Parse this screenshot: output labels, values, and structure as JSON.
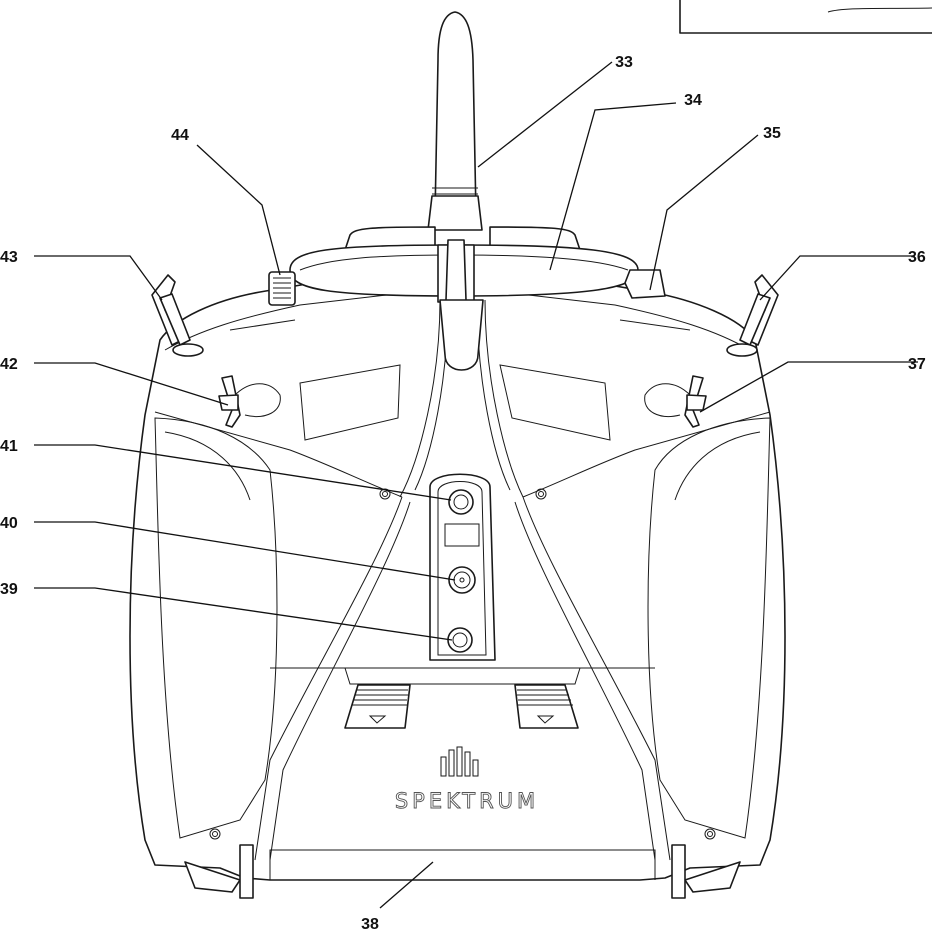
{
  "brand": {
    "logo_text": "SPEKTRUM"
  },
  "callouts": [
    {
      "number": "33",
      "part": "antenna"
    },
    {
      "number": "34",
      "part": "carry-handle"
    },
    {
      "number": "35",
      "part": "rear-button"
    },
    {
      "number": "36",
      "part": "right-switch"
    },
    {
      "number": "37",
      "part": "right-rear-switch"
    },
    {
      "number": "38",
      "part": "battery-cover"
    },
    {
      "number": "39",
      "part": "bottom-port"
    },
    {
      "number": "40",
      "part": "middle-port"
    },
    {
      "number": "41",
      "part": "top-port"
    },
    {
      "number": "42",
      "part": "left-rear-switch"
    },
    {
      "number": "43",
      "part": "left-switch"
    },
    {
      "number": "44",
      "part": "knob"
    }
  ],
  "colors": {
    "line": "#1a1a1a",
    "background": "#ffffff"
  }
}
